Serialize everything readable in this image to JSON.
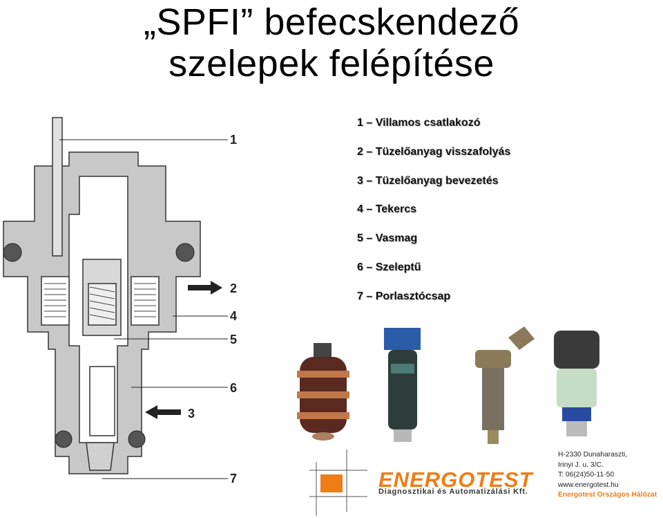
{
  "title": {
    "line1": "„SPFI” befecskendező",
    "line2": "szelepek felépítése"
  },
  "legend": [
    "1 – Villamos csatlakozó",
    "2 – Tüzelőanyag visszafolyás",
    "3 – Tüzelőanyag bevezetés",
    "4 – Tekercs",
    "5 – Vasmag",
    "6 – Szeleptű",
    "7 – Porlasztócsap"
  ],
  "diagram_labels": {
    "n1": "1",
    "n2": "2",
    "n4": "4",
    "n5": "5",
    "n6": "6",
    "n3": "3",
    "n7": "7"
  },
  "footer": {
    "company_name": "ENERGOTEST",
    "company_subtitle": "Diagnosztikai és Automatizálási Kft.",
    "address1": "H-2330 Dunaharaszti,",
    "address2": "Irinyi J. u. 3/C.",
    "phone": "T: 06(24)50-11-50",
    "web": "www.energotest.hu",
    "network": "Energotest Országos Hálózat"
  },
  "colors": {
    "accent": "#ef7d16",
    "diagram_fill": "#c8c8c8",
    "logo_square": "#ef7d16"
  }
}
